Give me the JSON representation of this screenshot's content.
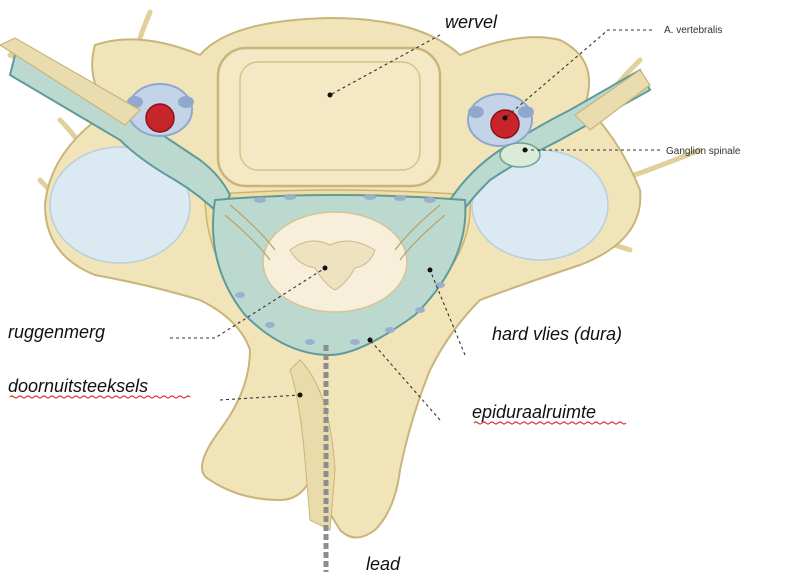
{
  "labels": {
    "wervel": "wervel",
    "a_vertebralis": "A. vertebralis",
    "ganglion_spinale": "Ganglion spinale",
    "ruggenmerg": "ruggenmerg",
    "hard_vlies": "hard vlies (dura)",
    "doornuitsteeksels": "doornuitsteeksels",
    "epiduraalruimte": "epiduraalruimte",
    "lead": "lead"
  },
  "colors": {
    "bone": "#f1e4b8",
    "bone_outline": "#c9b57a",
    "cartilage": "#dbe9f2",
    "dura": "#bcd9d0",
    "spinal_cord": "#f7efd9",
    "artery": "#c8242b",
    "vein": "#8fa8cc",
    "nerve": "#e9dcae",
    "lead": "#8d8d8d",
    "spellcheck": "#d9302c"
  }
}
